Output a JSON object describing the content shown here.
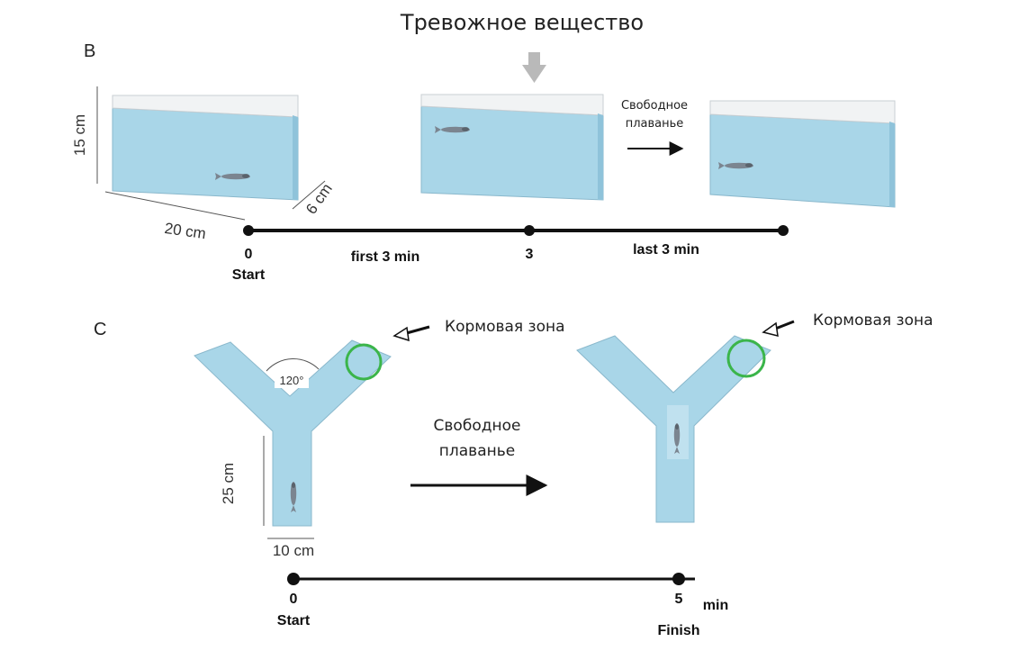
{
  "title": "Тревожное вещество",
  "panel_b": {
    "label": "B",
    "dim_height": "15 cm",
    "dim_length": "20 cm",
    "dim_width": "6 cm",
    "free_swim_line1": "Свободное",
    "free_swim_line2": "плаванье",
    "timeline": {
      "tick_start": "0",
      "start_label": "Start",
      "first_interval": "first 3 min",
      "tick_mid": "3",
      "last_interval": "last 3 min"
    }
  },
  "panel_c": {
    "label": "C",
    "angle": "120°",
    "arm_length": "25 cm",
    "arm_width": "10 cm",
    "feed_zone_left": "Кормовая зона",
    "feed_zone_right": "Кормовая зона",
    "free_swim_line1": "Свободное",
    "free_swim_line2": "плаванье",
    "timeline": {
      "tick_start": "0",
      "start_label": "Start",
      "tick_end": "5",
      "unit": "min",
      "finish_label": "Finish"
    }
  },
  "colors": {
    "water": "#a9d6e8",
    "water_dark": "#8fc3da",
    "lid": "#f1f3f4",
    "feed_ring": "#3bb54a",
    "line": "#111111",
    "arrow_gray": "#b9b9b9"
  }
}
